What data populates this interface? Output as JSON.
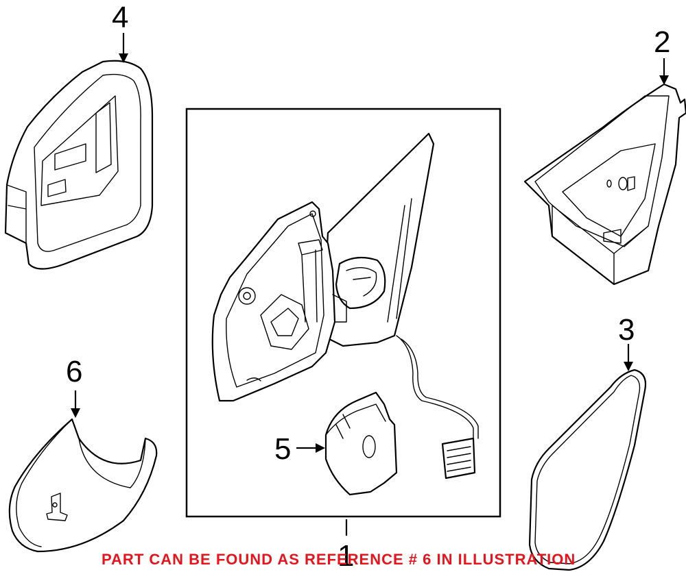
{
  "callouts": {
    "c1": "1",
    "c2": "2",
    "c3": "3",
    "c4": "4",
    "c5": "5",
    "c6": "6"
  },
  "note": "PART CAN BE FOUND AS REFERENCE # 6 IN ILLUSTRATION",
  "colors": {
    "note": "#e8141c",
    "line": "#000000",
    "background": "#ffffff"
  }
}
